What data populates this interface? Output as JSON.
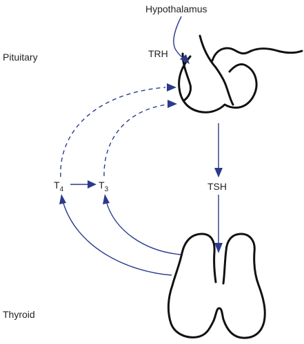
{
  "labels": {
    "hypothalamus": "Hypothalamus",
    "pituitary": "Pituitary",
    "trh": "TRH",
    "tsh": "TSH",
    "thyroid": "Thyroid",
    "t4_base": "T",
    "t4_sub": "4",
    "t3_base": "T",
    "t3_sub": "3"
  },
  "colors": {
    "arrow": "#2b3a8c",
    "outline": "#111111",
    "text": "#231f20"
  }
}
